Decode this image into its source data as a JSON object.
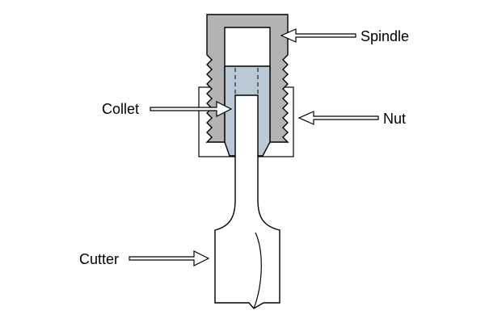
{
  "labels": {
    "spindle": "Spindle",
    "collet": "Collet",
    "nut": "Nut",
    "cutter": "Cutter"
  },
  "colors": {
    "spindle": "#b3b3b3",
    "collet": "#b9cad6",
    "nut": "#ffffff",
    "outline": "#000000",
    "arrow": "#ffffff"
  }
}
